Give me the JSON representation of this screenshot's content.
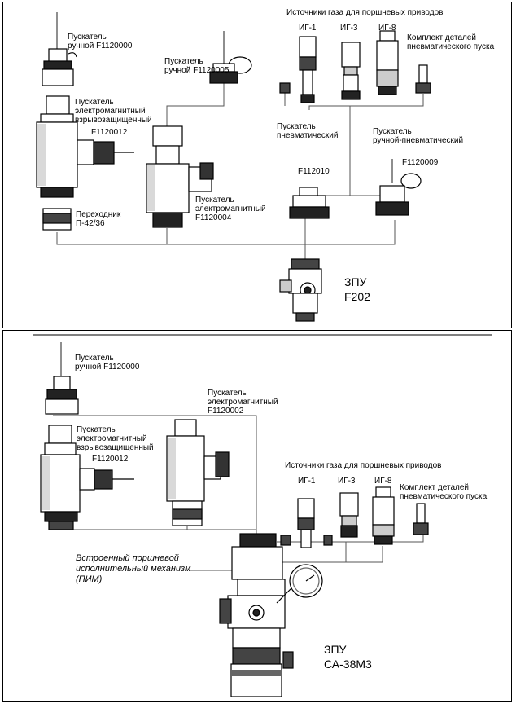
{
  "top": {
    "src_title": "Источники газа для поршневых приводов",
    "starter_manual_1": "Пускатель\nручной F1120000",
    "starter_manual_2": "Пускатель\nручной F1120005",
    "ig1": "ИГ-1",
    "ig3": "ИГ-3",
    "ig8": "ИГ-8",
    "kit": "Комплект деталей\nпневматического пуска",
    "starter_em_ex": "Пускатель\nэлектромагнитный\nвзрывозащищенный",
    "code_ex": "F1120012",
    "pneumatic": "Пускатель\nпневматический",
    "manual_pneumatic": "Пускатель\nручной-пневматический",
    "code_pneu": "F112010",
    "code_mp": "F1120009",
    "adapter": "Переходник\nП-42/36",
    "starter_em": "Пускатель\nэлектромагнитный\nF1120004",
    "device_l1": "ЗПУ",
    "device_l2": "F202"
  },
  "bottom": {
    "starter_manual": "Пускатель\nручной F1120000",
    "starter_em": "Пускатель\nэлектромагнитный\nF1120002",
    "starter_em_ex": "Пускатель\nэлектромагнитный\nвзрывозащищенный",
    "code_ex": "F1120012",
    "src_title": "Источники газа для поршневых приводов",
    "ig1": "ИГ-1",
    "ig3": "ИГ-3",
    "ig8": "ИГ-8",
    "kit": "Комплект деталей\nпневматического пуска",
    "pim": "Встроенный поршневой\nисполнительный механизм\n(ПИМ)",
    "device_l1": "ЗПУ",
    "device_l2": "СА-38М3"
  }
}
